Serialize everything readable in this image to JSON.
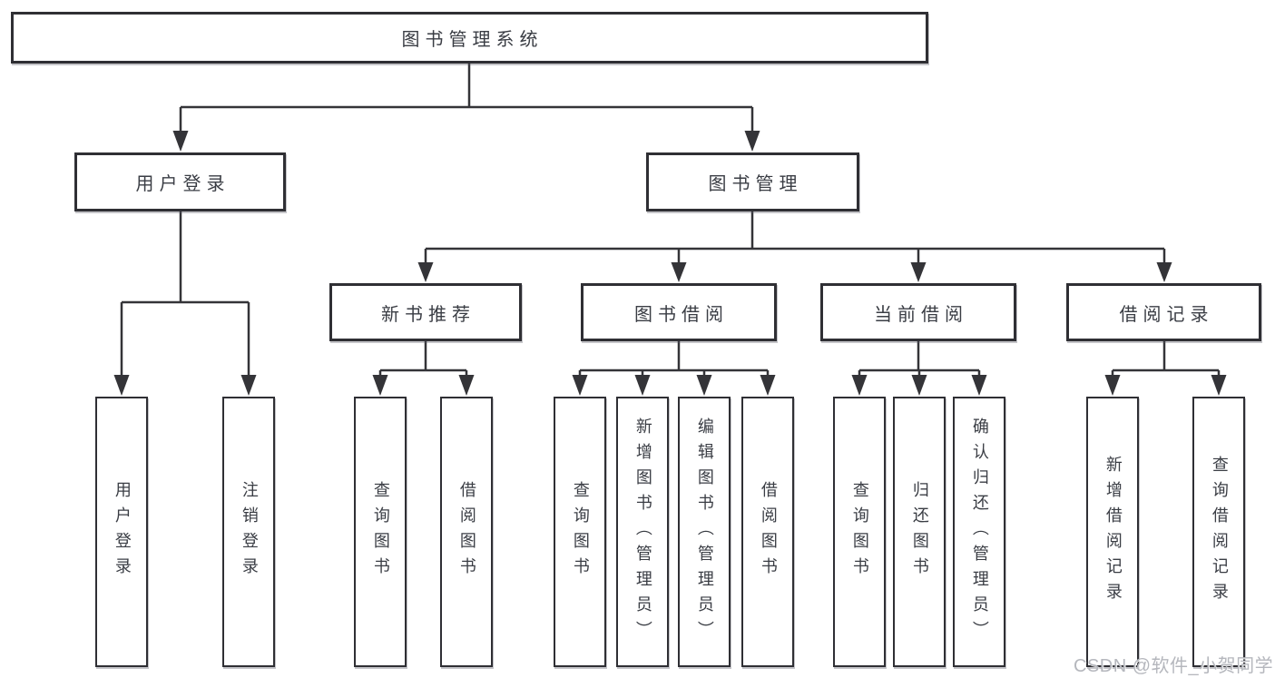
{
  "diagram": {
    "root": {
      "label": "图书管理系统"
    },
    "level2": [
      {
        "id": "user-login",
        "label": "用户登录"
      },
      {
        "id": "book-management",
        "label": "图书管理"
      }
    ],
    "level3": [
      {
        "id": "new-book-recommendation",
        "label": "新书推荐"
      },
      {
        "id": "book-borrowing",
        "label": "图书借阅"
      },
      {
        "id": "current-borrowing",
        "label": "当前借阅"
      },
      {
        "id": "borrowing-records",
        "label": "借阅记录"
      }
    ],
    "leaves": [
      {
        "id": "user-login-leaf",
        "parent": "user-login",
        "label": "用户登录"
      },
      {
        "id": "logout",
        "parent": "user-login",
        "label": "注销登录"
      },
      {
        "id": "query-books-1",
        "parent": "new-book-recommendation",
        "label": "查询图书"
      },
      {
        "id": "borrow-books-1",
        "parent": "new-book-recommendation",
        "label": "借阅图书"
      },
      {
        "id": "query-books-2",
        "parent": "book-borrowing",
        "label": "查询图书"
      },
      {
        "id": "add-book-admin",
        "parent": "book-borrowing",
        "label": "新增图书（管理员）"
      },
      {
        "id": "edit-book-admin",
        "parent": "book-borrowing",
        "label": "编辑图书（管理员）"
      },
      {
        "id": "borrow-books-2",
        "parent": "book-borrowing",
        "label": "借阅图书"
      },
      {
        "id": "query-books-3",
        "parent": "current-borrowing",
        "label": "查询图书"
      },
      {
        "id": "return-books",
        "parent": "current-borrowing",
        "label": "归还图书"
      },
      {
        "id": "confirm-return-admin",
        "parent": "current-borrowing",
        "label": "确认归还（管理员）"
      },
      {
        "id": "add-borrow-record",
        "parent": "borrowing-records",
        "label": "新增借阅记录"
      },
      {
        "id": "query-borrow-record",
        "parent": "borrowing-records",
        "label": "查询借阅记录"
      }
    ]
  },
  "watermark": {
    "text": "CSDN @软件_小贺同学"
  },
  "colors": {
    "line": "#343438",
    "box_border": "#2f2f34",
    "text": "#3a3d44",
    "watermark": "#b5b7bd",
    "background": "#ffffff"
  }
}
